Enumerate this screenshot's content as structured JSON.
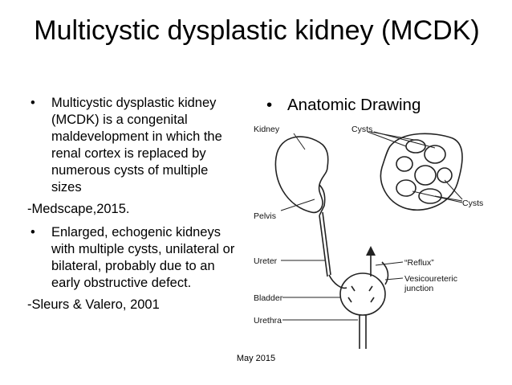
{
  "title": "Multicystic dysplastic kidney (MCDK)",
  "left": {
    "bullet_1": "Multicystic dysplastic kidney (MCDK) is a congenital maldevelopment in which the renal cortex is replaced by numerous cysts of multiple sizes",
    "citation_1": "-Medscape,2015.",
    "bullet_2": "Enlarged, echogenic kidneys with multiple cysts, unilateral or bilateral, probably due to an early obstructive defect.",
    "citation_2": "-Sleurs & Valero, 2001"
  },
  "right": {
    "heading": "Anatomic Drawing",
    "labels": {
      "kidney": "Kidney",
      "cysts_top": "Cysts",
      "pelvis": "Pelvis",
      "cysts_right": "Cysts",
      "ureter": "Ureter",
      "reflux": "“Reflux”",
      "bladder": "Bladder",
      "vesicoureteric_1": "Vesicoureteric",
      "vesicoureteric_2": "junction",
      "urethra": "Urethra"
    }
  },
  "bullet_symbol": "•",
  "footer": "May 2015"
}
